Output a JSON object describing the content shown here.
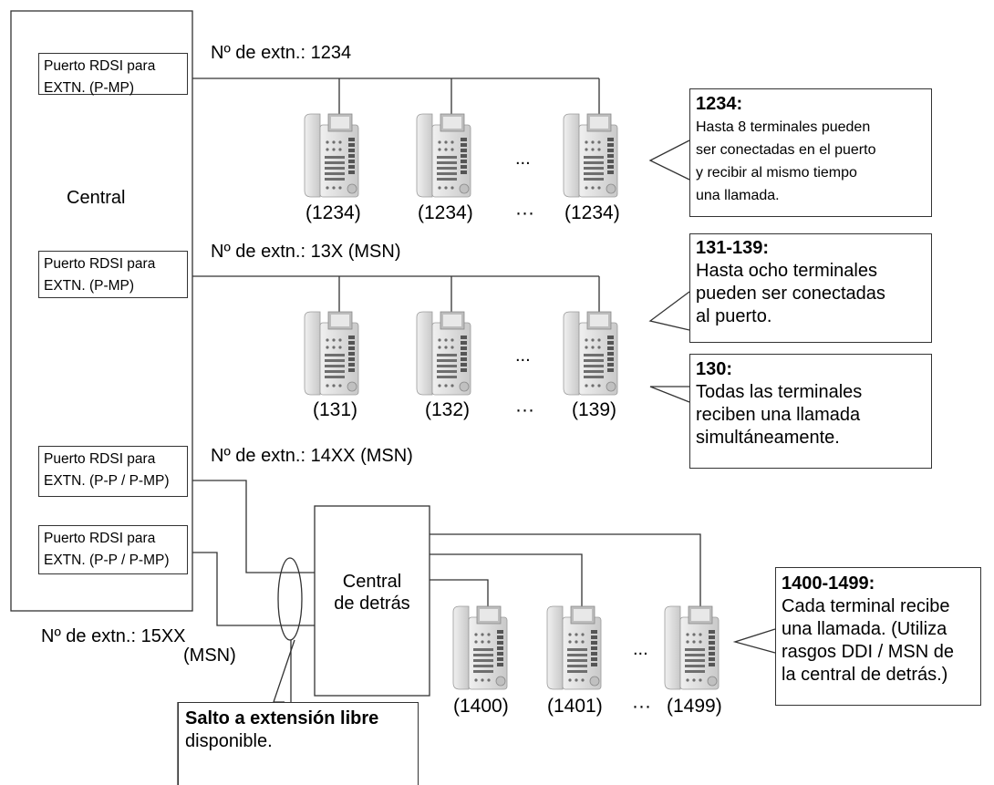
{
  "pbx": {
    "label": "Central"
  },
  "ports": [
    {
      "line1": "Puerto RDSI para",
      "line2": "EXTN. (P-MP)"
    },
    {
      "line1": "Puerto RDSI para",
      "line2": "EXTN. (P-MP)"
    },
    {
      "line1": "Puerto RDSI para",
      "line2": "EXTN. (P-P / P-MP)"
    },
    {
      "line1": "Puerto RDSI para",
      "line2": "EXTN. (P-P / P-MP)"
    }
  ],
  "ext_labels": {
    "row1": "Nº de extn.: 1234",
    "row2": "Nº de extn.: 13X (MSN)",
    "row3": "Nº de extn.: 14XX (MSN)",
    "row4_line1": "Nº de extn.: 15XX",
    "row4_line2": "(MSN)"
  },
  "rows": [
    {
      "exts": [
        "(1234)",
        "(1234)",
        "(1234)"
      ],
      "ellipsis_top": "...",
      "ellipsis_bottom": "···"
    },
    {
      "exts": [
        "(131)",
        "(132)",
        "(139)"
      ],
      "ellipsis_top": "...",
      "ellipsis_bottom": "···"
    },
    {
      "exts": [
        "(1400)",
        "(1401)",
        "(1499)"
      ],
      "ellipsis_top": "...",
      "ellipsis_bottom": "···"
    }
  ],
  "behind_pbx": {
    "line1": "Central",
    "line2": "de detrás"
  },
  "callouts": {
    "c1234": {
      "title": "1234:",
      "lines": [
        "Hasta 8 terminales pueden",
        "ser conectadas en el puerto",
        "y recibir al mismo tiempo",
        "una llamada."
      ]
    },
    "c131": {
      "title": "131-139:",
      "lines": [
        "Hasta ocho terminales",
        "pueden ser conectadas",
        "al puerto."
      ]
    },
    "c130": {
      "title": "130:",
      "lines": [
        "Todas las terminales",
        "reciben una llamada",
        "simultáneamente."
      ]
    },
    "c1400": {
      "title": "1400-1499:",
      "lines": [
        "Cada terminal recibe",
        "una llamada. (Utiliza",
        "rasgos DDI / MSN de",
        "la central de detrás.)"
      ]
    },
    "hunt": {
      "bold": "Salto a extensión libre",
      "text": "disponible."
    }
  },
  "colors": {
    "line": "#333333",
    "phone_body": "#dcdcdc",
    "phone_dark": "#7a7a7a"
  }
}
